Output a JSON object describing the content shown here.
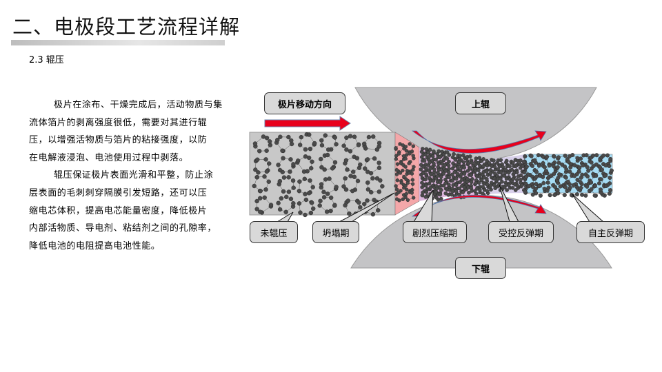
{
  "title": "二、电极段工艺流程详解",
  "subtitle": "2.3 辊压",
  "body_lines": [
    {
      "text": "极片在涂布、干燥完成后，活动物质与集",
      "indent": true
    },
    {
      "text": "流体箔片的剥离强度很低，需要对其进行辊",
      "indent": false
    },
    {
      "text": "压，以增强活物质与箔片的粘接强度，以防",
      "indent": false
    },
    {
      "text": "在电解液浸泡、电池使用过程中剥落。",
      "indent": false
    },
    {
      "text": "辊压保证极片表面光滑和平整，防止涂",
      "indent": true
    },
    {
      "text": "层表面的毛刺刺穿隔膜引发短路，还可以压",
      "indent": false
    },
    {
      "text": "缩电芯体积，提高电芯能量密度，降低极片",
      "indent": false
    },
    {
      "text": "内部活物质、导电剂、粘结剂之间的孔隙率，",
      "indent": false
    },
    {
      "text": "降低电池的电阻提高电池性能。",
      "indent": false
    }
  ],
  "diagram": {
    "direction_label": "极片移动方向",
    "upper_roller": "上辊",
    "lower_roller": "下辊",
    "stages": [
      "未辊压",
      "坍塌期",
      "剧烈压缩期",
      "受控反弹期",
      "自主反弹期"
    ],
    "colors": {
      "roller": "#c4c4c6",
      "uncompressed": "#c8c8c8",
      "collapse": "#f4a7a9",
      "compress": "#dbb6dc",
      "rebound": "#d8d0ea",
      "free_rebound": "#a6dcf4",
      "arrow": "#e8001c"
    }
  }
}
